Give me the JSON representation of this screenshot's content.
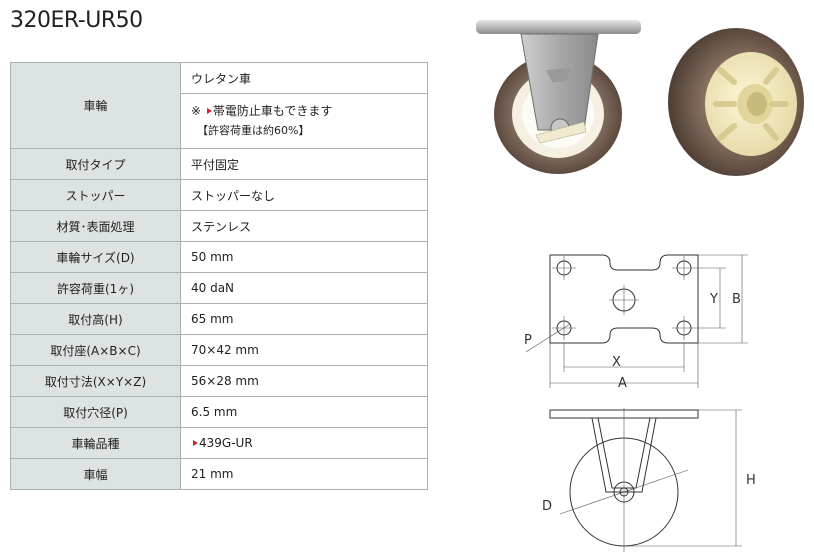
{
  "product": {
    "model": "320ER-UR50"
  },
  "specs": {
    "wheel": {
      "label": "車輪",
      "value": "ウレタン車",
      "note_prefix": "※ ",
      "note_text": "帯電防止車もできます",
      "note_sub": "【許容荷重は約60%】"
    },
    "mount_type": {
      "label": "取付タイプ",
      "value": "平付固定"
    },
    "stopper": {
      "label": "ストッパー",
      "value": "ストッパーなし"
    },
    "material": {
      "label": "材質･表面処理",
      "value": "ステンレス"
    },
    "wheel_size": {
      "label": "車輪サイズ(D)",
      "value": "50 mm"
    },
    "load": {
      "label": "許容荷重(1ヶ)",
      "value": "40 daN"
    },
    "height": {
      "label": "取付高(H)",
      "value": "65 mm"
    },
    "plate": {
      "label": "取付座(A×B×C)",
      "value": "70×42 mm"
    },
    "pitch": {
      "label": "取付寸法(X×Y×Z)",
      "value": "56×28 mm"
    },
    "hole": {
      "label": "取付穴径(P)",
      "value": "6.5 mm"
    },
    "wheel_code": {
      "label": "車輪品種",
      "value": "439G-UR"
    },
    "wheel_width": {
      "label": "車幅",
      "value": "21 mm"
    }
  },
  "drawing": {
    "top_labels": {
      "p": "P",
      "x": "X",
      "a": "A",
      "y": "Y",
      "b": "B"
    },
    "side_labels": {
      "d": "D",
      "h": "H"
    }
  },
  "colors": {
    "label_bg": "#dde2e2",
    "border": "#a9b2b2",
    "accent_red": "#d2222a",
    "tire_brown": "#6e5a4d",
    "hub_cream": "#f3ecc6"
  },
  "icons": {
    "link_marker": "red-triangle-icon"
  }
}
